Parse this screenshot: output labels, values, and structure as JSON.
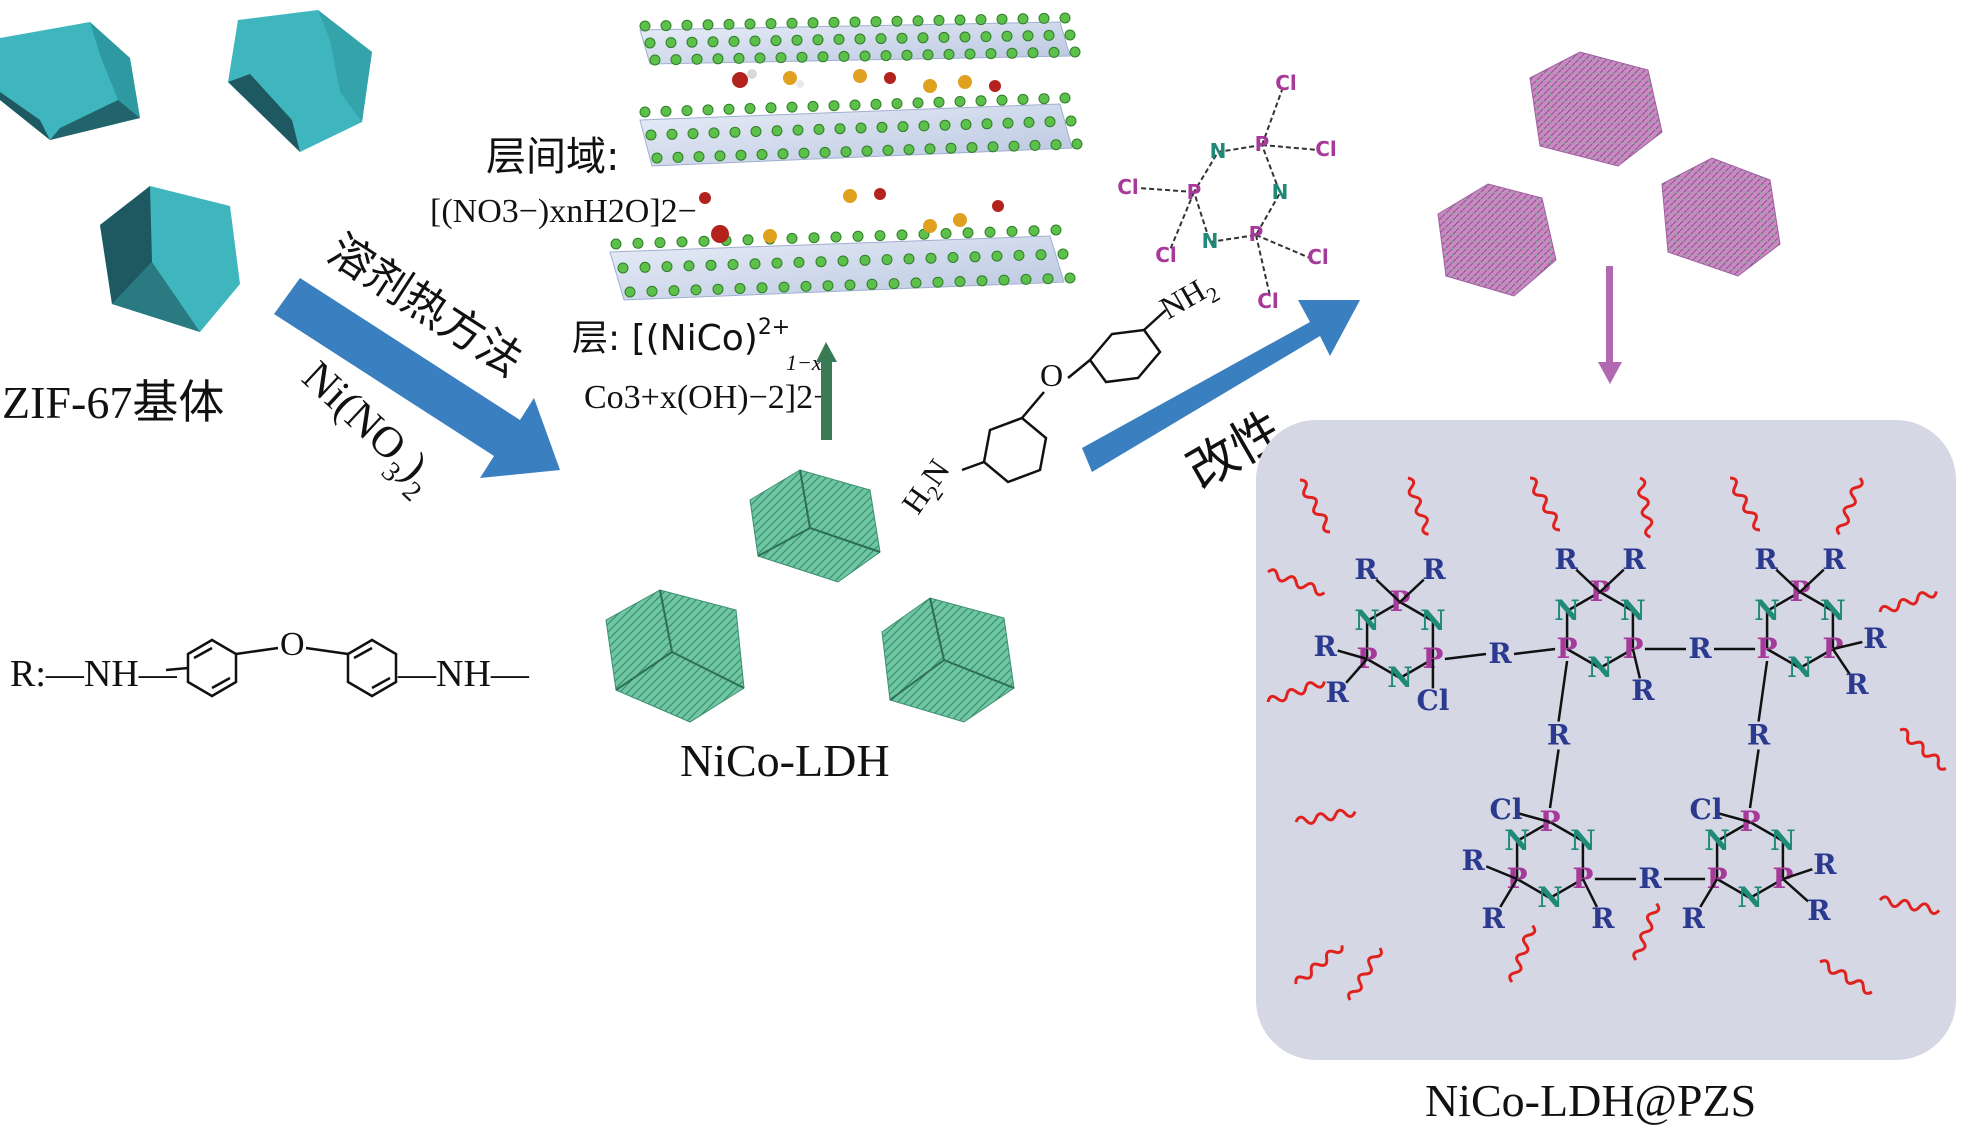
{
  "zif_label": "ZIF-67基体",
  "solvothermal_label": "溶剂热方法",
  "nickel_nitrate": {
    "main": "Ni(NO",
    "sub": "3",
    "close": ")",
    "close_sub": "2"
  },
  "interlayer_title": "层间域:",
  "interlayer_formula": "[(NO3−)xnH2O]2−",
  "layer_prefix": "层: [(NiCo)",
  "layer_sup": "2+",
  "layer_sub": "1−x",
  "layer_line2": "Co3+x(OH)−2]2−",
  "ldh_label": "NiCo-LDH",
  "r_group_label": "R:—NH—",
  "r_group_tail": "—NH—",
  "r_oxygen": "O",
  "oda": {
    "h2n": "H2N",
    "nh2": "NH2",
    "o": "O"
  },
  "modify_label": "改性",
  "hccp_atoms": {
    "p": "P",
    "n": "N",
    "cl": "Cl"
  },
  "pzs_atoms": {
    "p": "P",
    "n": "N",
    "r": "R",
    "cl": "Cl"
  },
  "final_label": "NiCo-LDH@PZS",
  "colors": {
    "zif": "#3fb6bd",
    "zif_dark": "#1e5860",
    "arrow": "#3a7fbf",
    "ldh": "#6fc6a2",
    "green_arrow": "#3a7a55",
    "pzs_particle": "#c07fbf",
    "pink_arrow": "#b068b0",
    "panel": "#d5d8e4",
    "p_atom": "#a63a9a",
    "n_atom": "#1f8a78",
    "r_atom": "#2b3a8f",
    "wave": "#e0221f",
    "sheet_atom": "#5cc04a"
  }
}
